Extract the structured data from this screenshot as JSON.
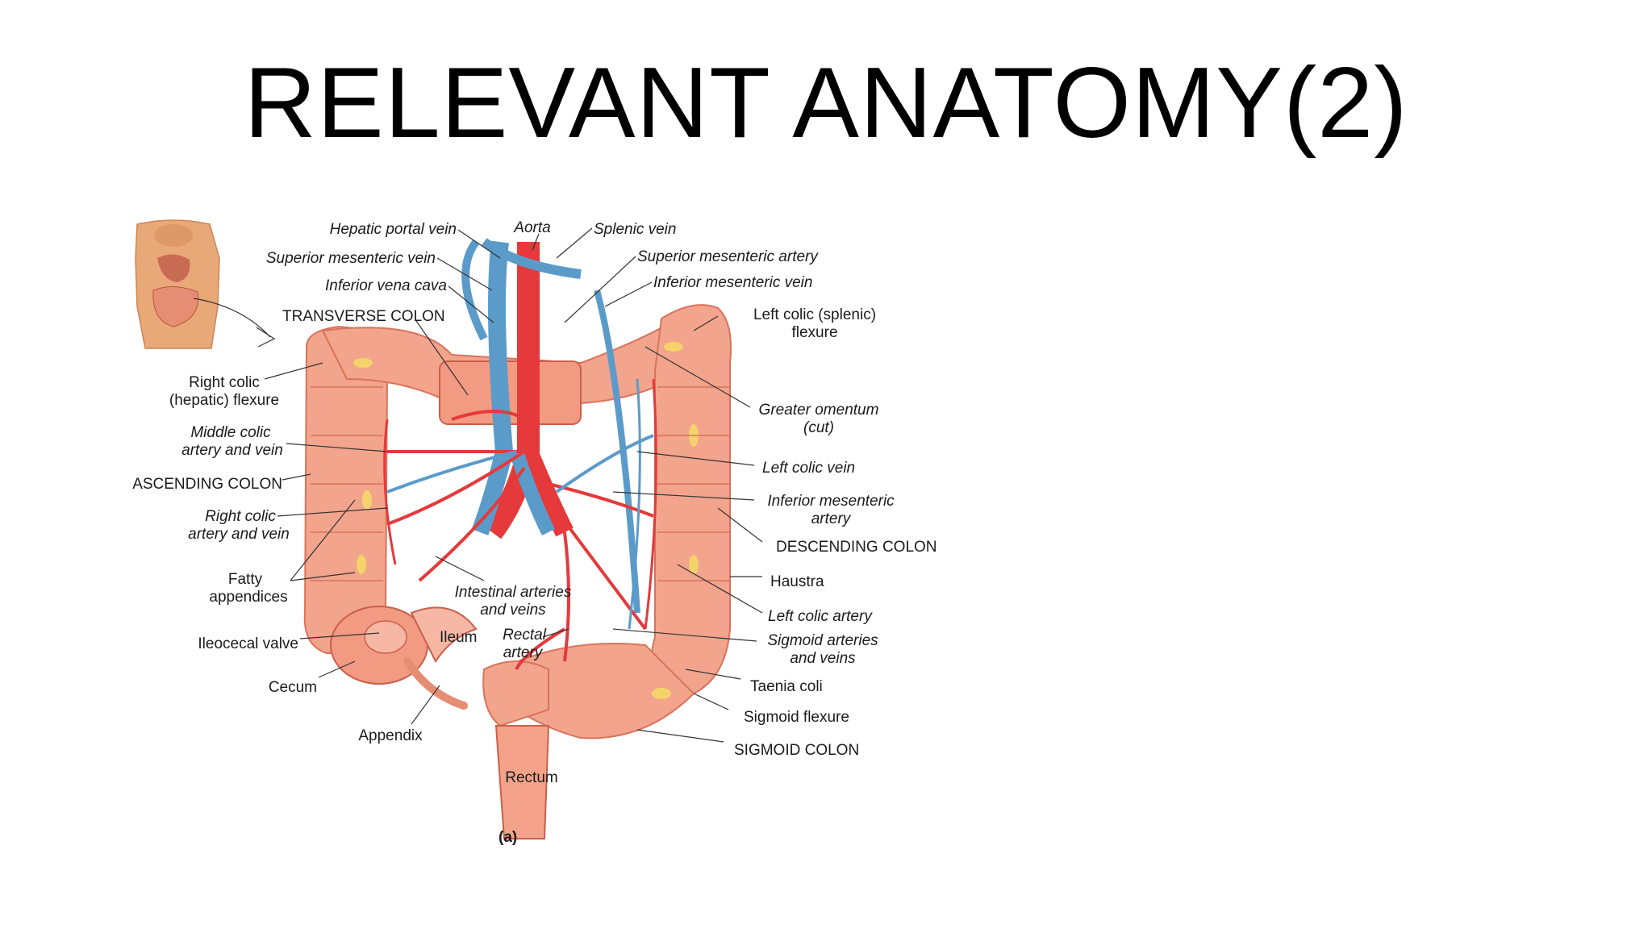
{
  "slide": {
    "title": "RELEVANT ANATOMY(2)"
  },
  "diagram": {
    "caption": "(a)",
    "labels": {
      "hepatic_portal_vein": "Hepatic portal vein",
      "aorta": "Aorta",
      "splenic_vein": "Splenic vein",
      "superior_mesenteric_vein": "Superior mesenteric vein",
      "superior_mesenteric_artery": "Superior mesenteric artery",
      "inferior_vena_cava": "Inferior vena cava",
      "inferior_mesenteric_vein": "Inferior mesenteric vein",
      "transverse_colon": "TRANSVERSE COLON",
      "left_colic_flexure_1": "Left colic (splenic)",
      "left_colic_flexure_2": "flexure",
      "right_colic_flexure_1": "Right colic",
      "right_colic_flexure_2": "(hepatic) flexure",
      "greater_omentum_1": "Greater omentum",
      "greater_omentum_2": "(cut)",
      "middle_colic_1": "Middle colic",
      "middle_colic_2": "artery and vein",
      "left_colic_vein": "Left colic vein",
      "ascending_colon": "ASCENDING COLON",
      "inferior_mesenteric_artery_1": "Inferior mesenteric",
      "inferior_mesenteric_artery_2": "artery",
      "right_colic_1": "Right colic",
      "right_colic_2": "artery and vein",
      "descending_colon": "DESCENDING COLON",
      "fatty_appendices_1": "Fatty",
      "fatty_appendices_2": "appendices",
      "haustra": "Haustra",
      "intestinal_1": "Intestinal arteries",
      "intestinal_2": "and veins",
      "left_colic_artery": "Left colic artery",
      "ileocecal_valve": "Ileocecal valve",
      "ileum": "Ileum",
      "rectal_artery_1": "Rectal",
      "rectal_artery_2": "artery",
      "sigmoid_arteries_1": "Sigmoid arteries",
      "sigmoid_arteries_2": "and veins",
      "cecum": "Cecum",
      "taenia_coli": "Taenia coli",
      "sigmoid_flexure": "Sigmoid flexure",
      "appendix": "Appendix",
      "sigmoid_colon": "SIGMOID COLON",
      "rectum": "Rectum"
    },
    "colors": {
      "colon": "#f2a48c",
      "colon_dark": "#d9735c",
      "artery": "#e5393b",
      "vein": "#5b9bc9",
      "fat": "#f5d36b",
      "skin": "#e9a877"
    }
  }
}
